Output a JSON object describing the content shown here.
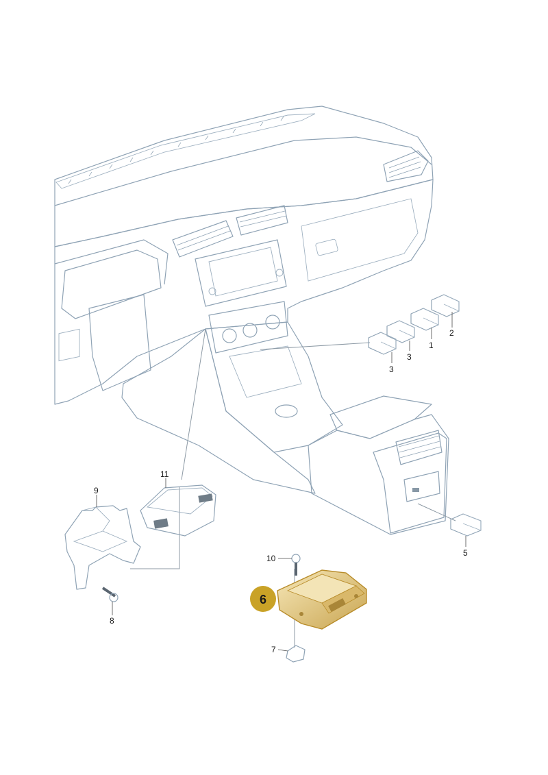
{
  "diagram": {
    "callouts": [
      {
        "id": "c1",
        "text": "1"
      },
      {
        "id": "c2",
        "text": "2"
      },
      {
        "id": "c3a",
        "text": "3"
      },
      {
        "id": "c3b",
        "text": "3"
      },
      {
        "id": "c5",
        "text": "5"
      },
      {
        "id": "c7",
        "text": "7"
      },
      {
        "id": "c8",
        "text": "8"
      },
      {
        "id": "c9",
        "text": "9"
      },
      {
        "id": "c10",
        "text": "10"
      },
      {
        "id": "c11",
        "text": "11"
      }
    ],
    "highlight": {
      "text": "6",
      "color": "#c9a227"
    },
    "colors": {
      "body_fill": "#e3edf4",
      "body_shade": "#c8d8e4",
      "outline": "#8fa3b5",
      "part_dark": "#6f7c87",
      "part_mid": "#b9c5cf",
      "highlight_part": "#e8d49a"
    }
  }
}
